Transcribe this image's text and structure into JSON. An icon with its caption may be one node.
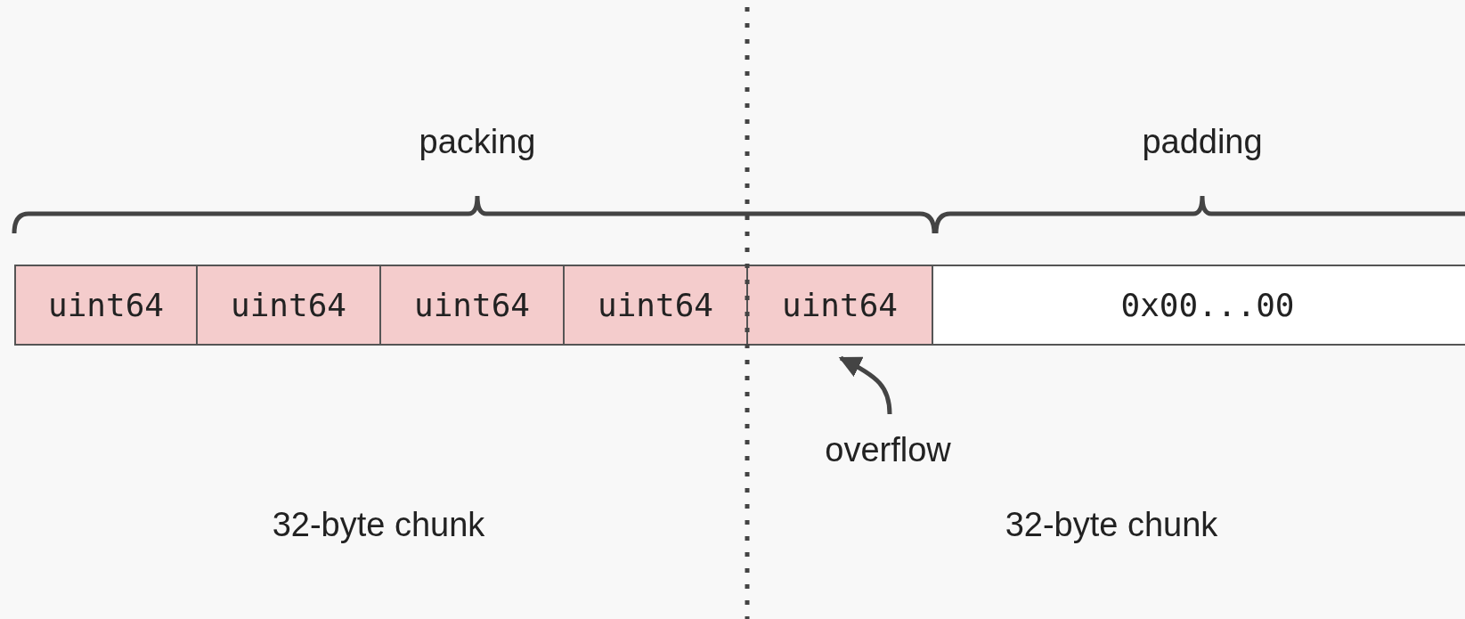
{
  "diagram": {
    "nodes": [
      {
        "text": [
          "uint64"
        ]
      },
      {
        "text": [
          "uint64"
        ]
      },
      {
        "text": [
          "uint64"
        ]
      },
      {
        "text": [
          "uint64"
        ]
      },
      {
        "text": [
          "uint64"
        ]
      },
      {
        "text": [
          "0x00...00"
        ]
      },
      {
        "text": [
          "overflow"
        ]
      }
    ],
    "edges": [
      {
        "from": 6,
        "to": 4,
        "arrow": "to"
      }
    ],
    "labels": [
      "packing",
      "padding",
      "32-byte chunk",
      "32-byte chunk"
    ]
  }
}
